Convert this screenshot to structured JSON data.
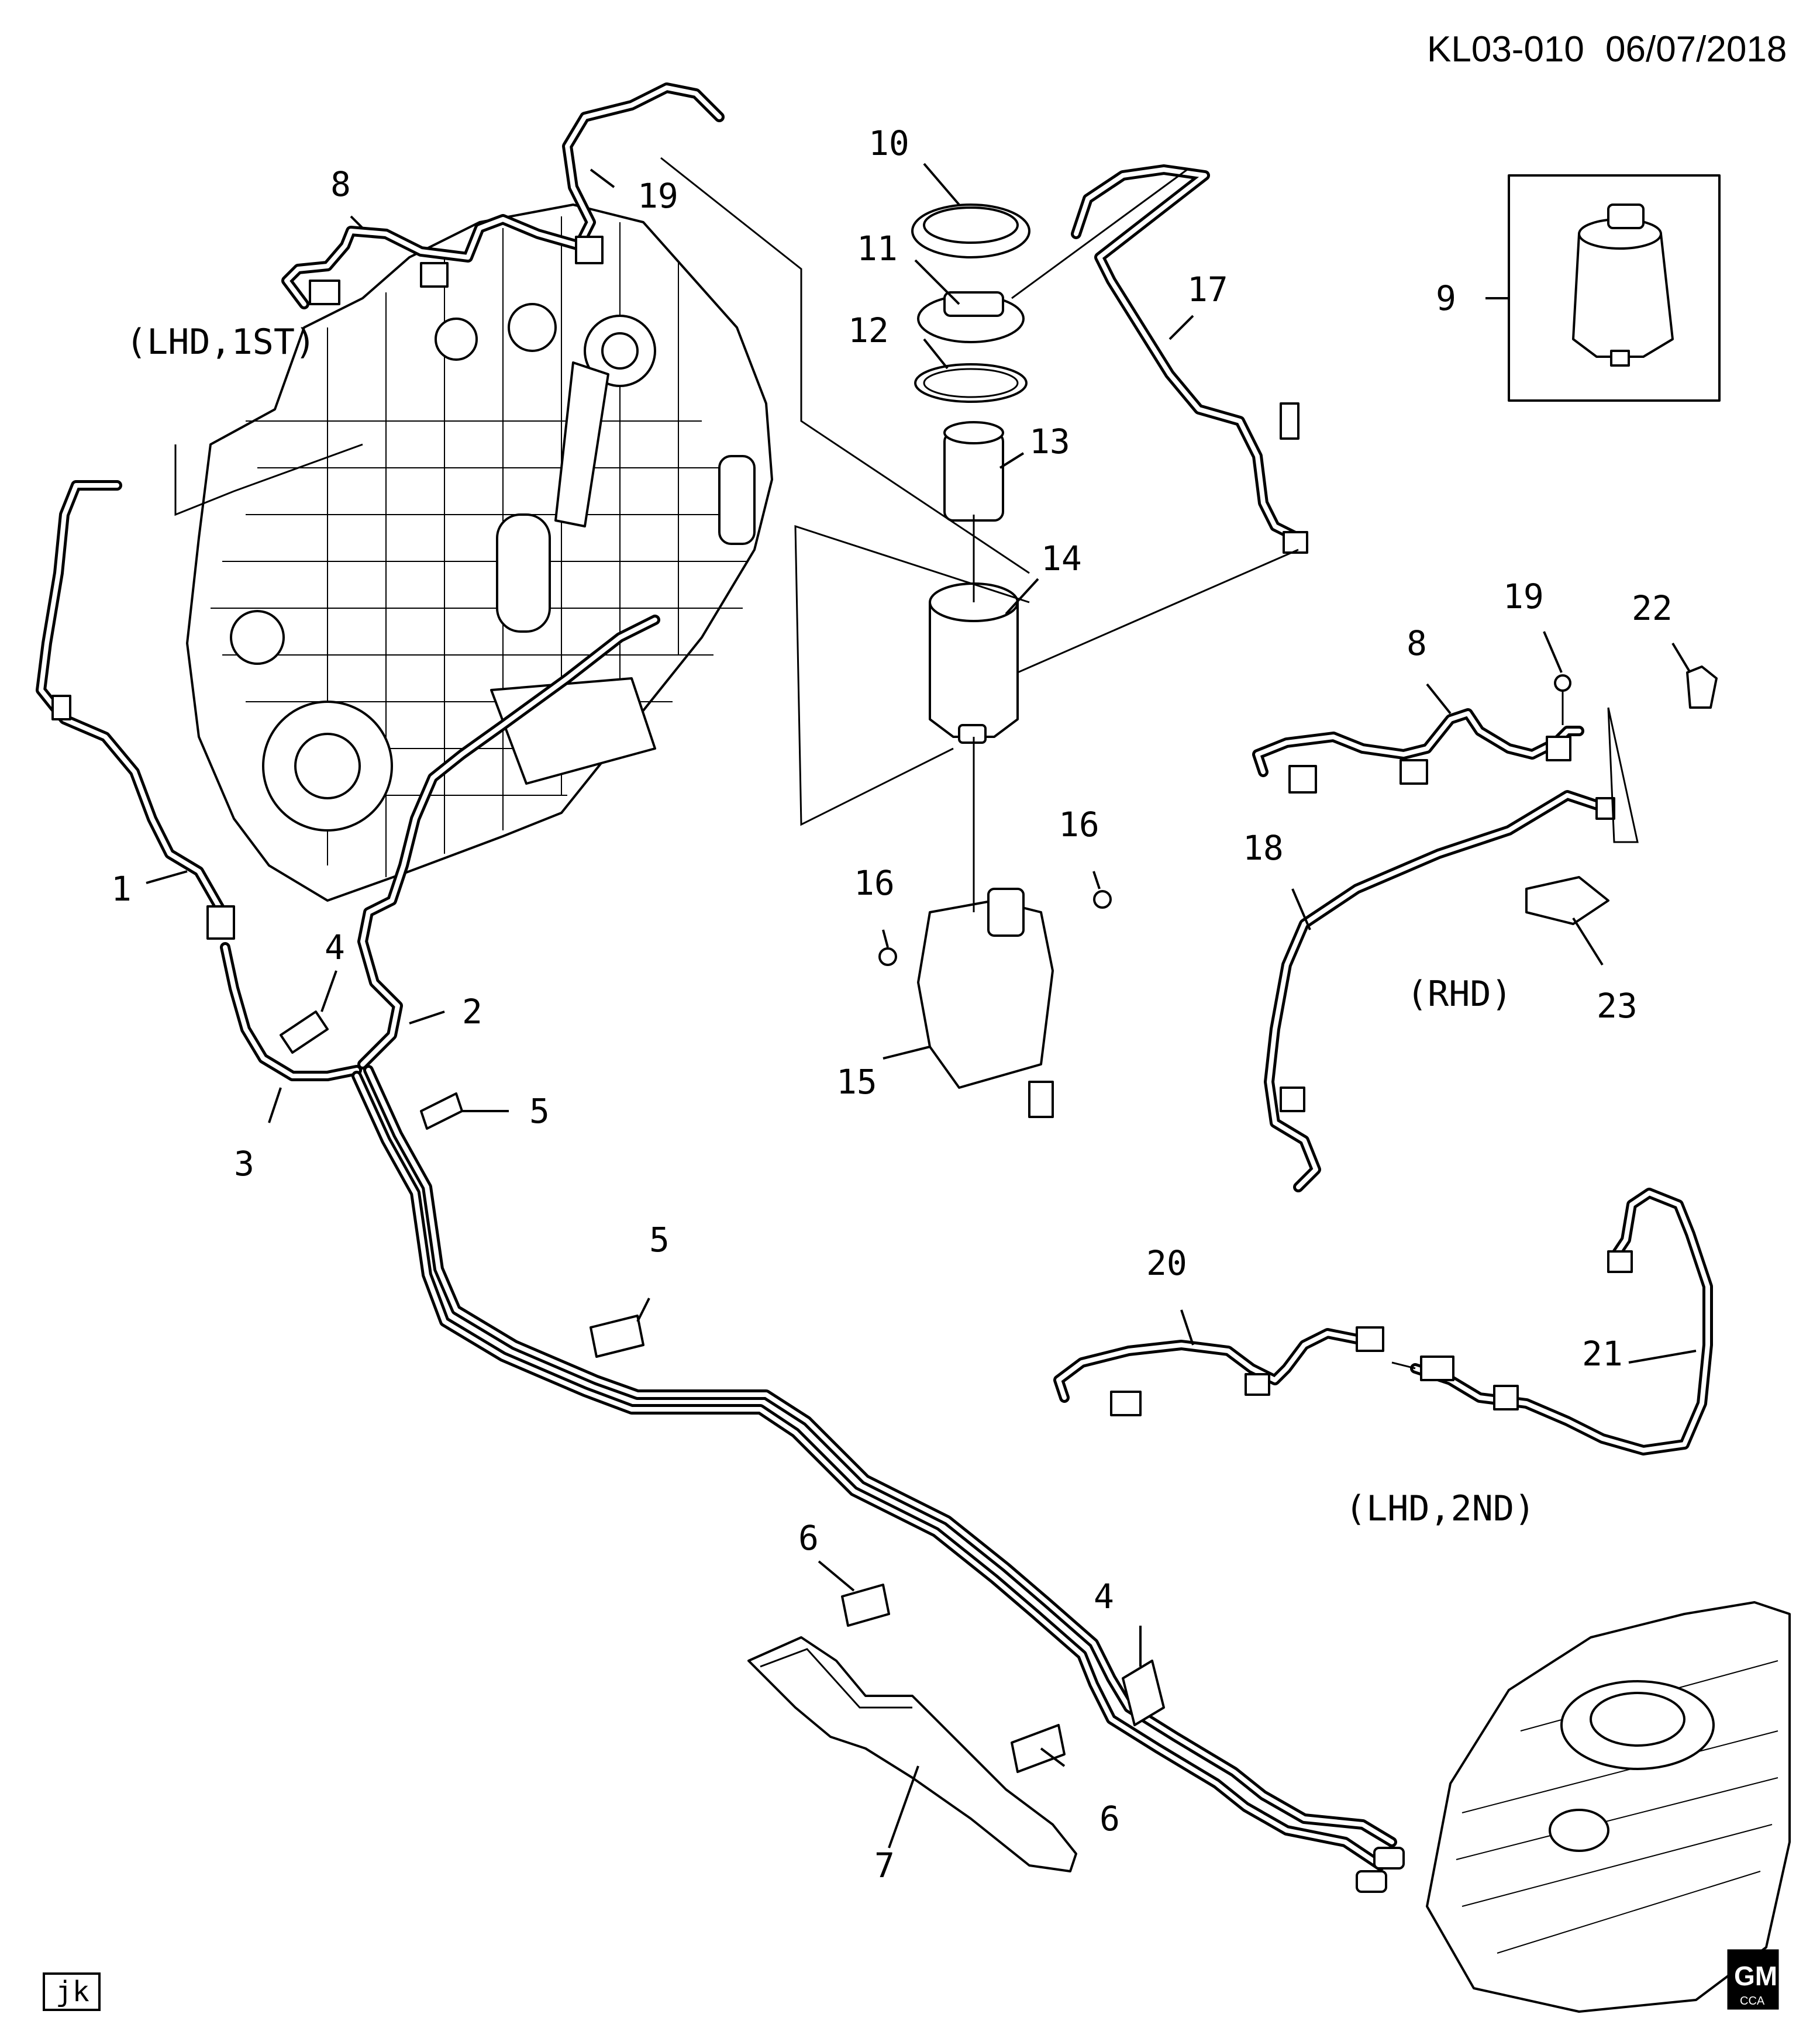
{
  "header": {
    "code": "KL03-010",
    "date": "06/07/2018"
  },
  "notes": {
    "lhd_1st": "(LHD,1ST)",
    "rhd": "(RHD)",
    "lhd_2nd": "(LHD,2ND)"
  },
  "callouts": {
    "c1": "1",
    "c2": "2",
    "c3": "3",
    "c4a": "4",
    "c4b": "4",
    "c5a": "5",
    "c5b": "5",
    "c6a": "6",
    "c6b": "6",
    "c7": "7",
    "c8a": "8",
    "c8b": "8",
    "c9": "9",
    "c10": "10",
    "c11": "11",
    "c12": "12",
    "c13": "13",
    "c14": "14",
    "c15": "15",
    "c16a": "16",
    "c16b": "16",
    "c17": "17",
    "c18": "18",
    "c19a": "19",
    "c19b": "19",
    "c20": "20",
    "c21": "21",
    "c22": "22",
    "c23": "23"
  },
  "footer": {
    "initials": "jk",
    "logo_text": "GM",
    "logo_sub": "CCA"
  }
}
